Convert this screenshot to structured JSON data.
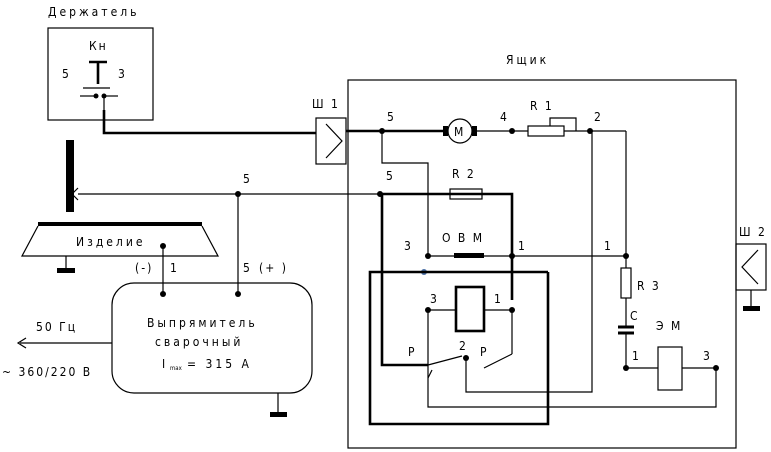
{
  "labels": {
    "holder_title": "Держатель",
    "button": "Кн",
    "holder_pin_left": "5",
    "holder_pin_right": "3",
    "box_title": "Ящик",
    "connector1": "Ш 1",
    "connector2": "Ш 2",
    "wire_5_top": "5",
    "motor": "M",
    "wire_4": "4",
    "r1": "R 1",
    "wire_2": "2",
    "wire_5_mid": "5",
    "r2": "R 2",
    "wire_5_left": "5",
    "workpiece": "Изделие",
    "minus": "(-)",
    "wire_1_left": "1",
    "wire_5_bottom": "5",
    "plus": "(+ )",
    "ovm_node3": "3",
    "ovm": "О В М",
    "ovm_node1": "1",
    "node_1_right": "1",
    "r3": "R 3",
    "relay_3": "3",
    "relay_1": "1",
    "capacitor": "C",
    "em": "Э М",
    "contact_p_left": "P",
    "contact_2": "2",
    "contact_p_right": "P",
    "em_1": "1",
    "em_3": "3",
    "freq": "50 Гц",
    "voltage": "~ 360/220 В",
    "rectifier_line1": "Выпрямитель",
    "rectifier_line2": "сварочный",
    "imax_symbol": "I",
    "imax_sub": "max",
    "imax_value": "= 315 А"
  }
}
